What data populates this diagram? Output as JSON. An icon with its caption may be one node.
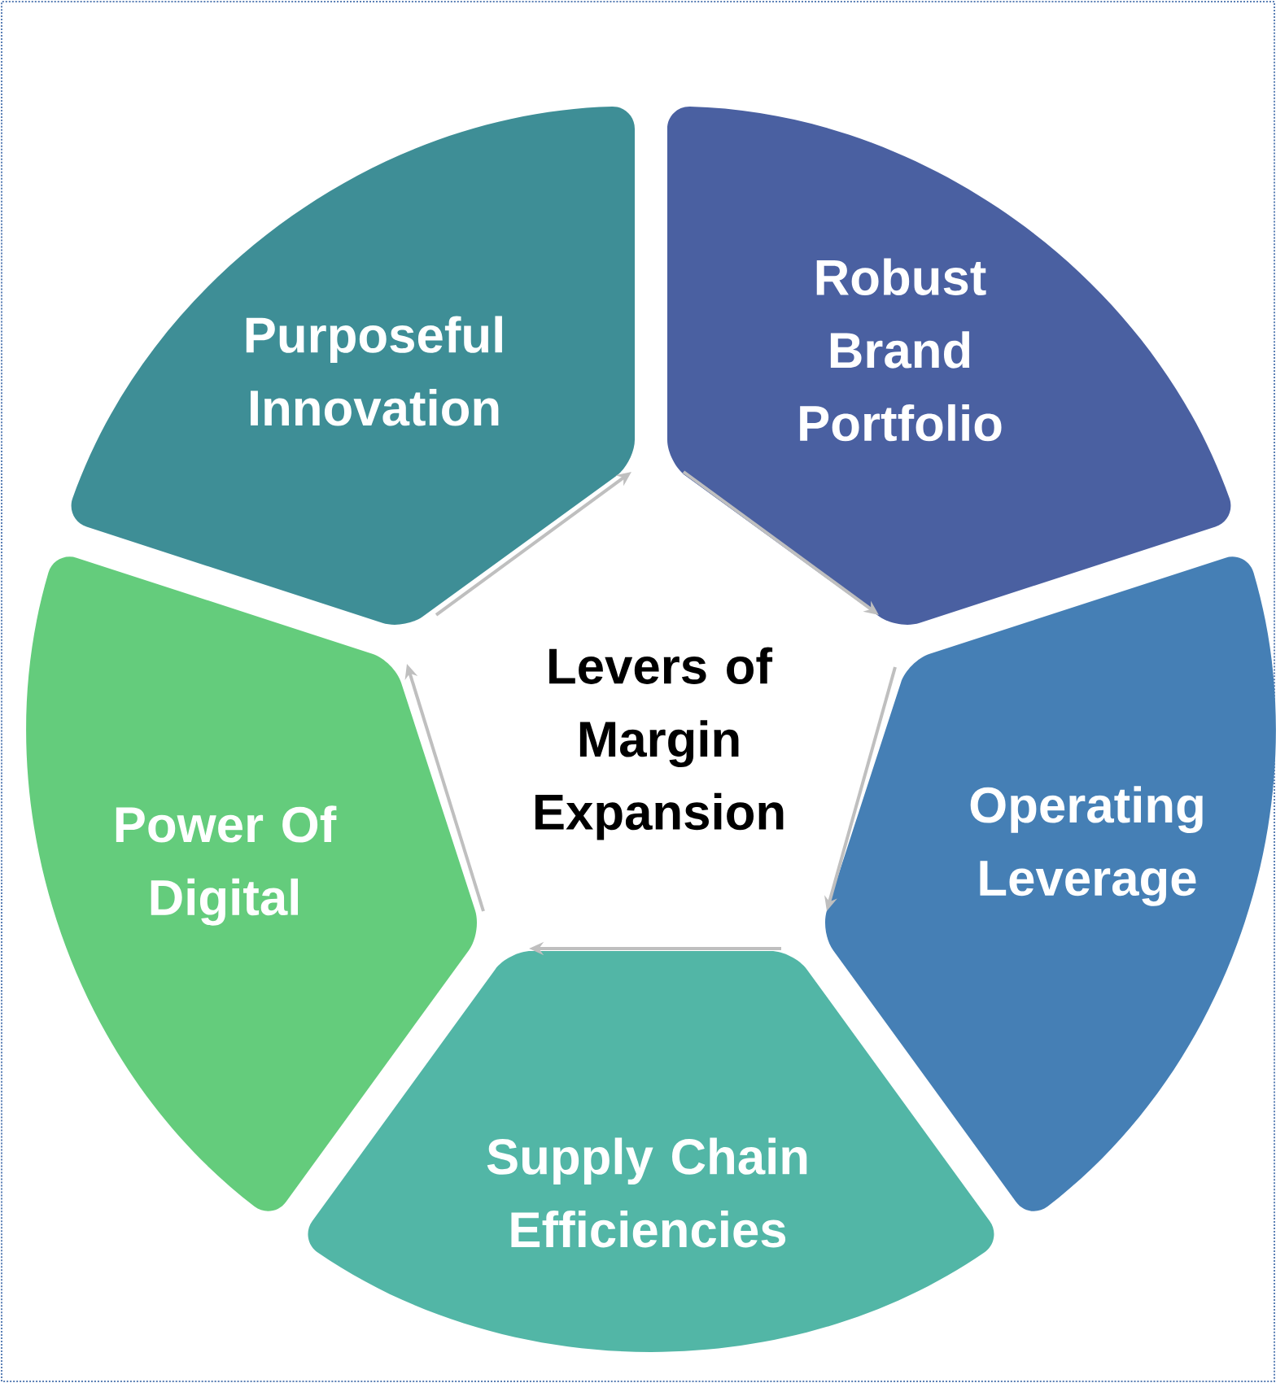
{
  "diagram": {
    "nodes": [
      {
        "text": [
          "Purposeful Innovation"
        ]
      },
      {
        "text": [
          "Robust Brand Portfolio"
        ]
      },
      {
        "text": [
          "Operating Leverage"
        ]
      },
      {
        "text": [
          "Supply Chain Efficiencies"
        ]
      },
      {
        "text": [
          "Power Of Digital"
        ]
      },
      {
        "text": [
          "Levers of Margin Expansion"
        ]
      }
    ]
  }
}
